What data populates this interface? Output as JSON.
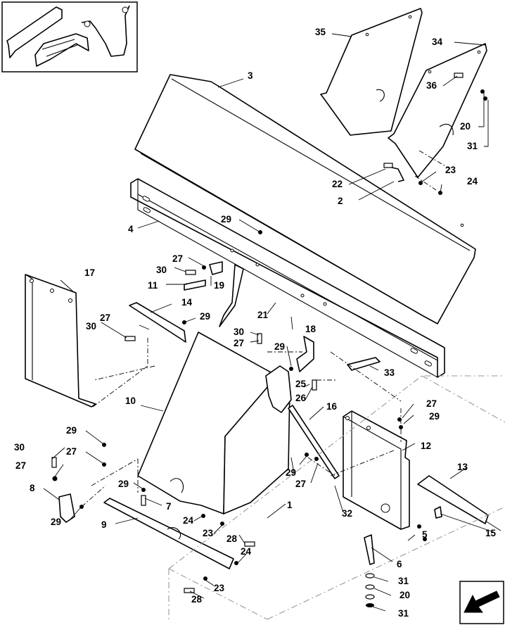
{
  "callouts": [
    {
      "id": "c35",
      "text": "35"
    },
    {
      "id": "c34",
      "text": "34"
    },
    {
      "id": "c3",
      "text": "3"
    },
    {
      "id": "c36",
      "text": "36"
    },
    {
      "id": "c20a",
      "text": "20"
    },
    {
      "id": "c31a",
      "text": "31"
    },
    {
      "id": "c23a",
      "text": "23"
    },
    {
      "id": "c22",
      "text": "22"
    },
    {
      "id": "c24a",
      "text": "24"
    },
    {
      "id": "c2",
      "text": "2"
    },
    {
      "id": "c4",
      "text": "4"
    },
    {
      "id": "c29a",
      "text": "29"
    },
    {
      "id": "c27a",
      "text": "27"
    },
    {
      "id": "c30a",
      "text": "30"
    },
    {
      "id": "c11",
      "text": "11"
    },
    {
      "id": "c19",
      "text": "19"
    },
    {
      "id": "c17",
      "text": "17"
    },
    {
      "id": "c14",
      "text": "14"
    },
    {
      "id": "c27b",
      "text": "27"
    },
    {
      "id": "c29b",
      "text": "29"
    },
    {
      "id": "c30b",
      "text": "30"
    },
    {
      "id": "c21",
      "text": "21"
    },
    {
      "id": "c18",
      "text": "18"
    },
    {
      "id": "c30c",
      "text": "30"
    },
    {
      "id": "c27c",
      "text": "27"
    },
    {
      "id": "c29c",
      "text": "29"
    },
    {
      "id": "c33",
      "text": "33"
    },
    {
      "id": "c25",
      "text": "25"
    },
    {
      "id": "c26",
      "text": "26"
    },
    {
      "id": "c10",
      "text": "10"
    },
    {
      "id": "c16",
      "text": "16"
    },
    {
      "id": "c27d",
      "text": "27"
    },
    {
      "id": "c29d",
      "text": "29"
    },
    {
      "id": "c12",
      "text": "12"
    },
    {
      "id": "c29e",
      "text": "29"
    },
    {
      "id": "c30d",
      "text": "30"
    },
    {
      "id": "c27e",
      "text": "27"
    },
    {
      "id": "c27f",
      "text": "27"
    },
    {
      "id": "c29f",
      "text": "29"
    },
    {
      "id": "c27g",
      "text": "27"
    },
    {
      "id": "c13",
      "text": "13"
    },
    {
      "id": "c8",
      "text": "8"
    },
    {
      "id": "c29g",
      "text": "29"
    },
    {
      "id": "c7",
      "text": "7"
    },
    {
      "id": "c1",
      "text": "1"
    },
    {
      "id": "c32",
      "text": "32"
    },
    {
      "id": "c29h",
      "text": "29"
    },
    {
      "id": "c24b",
      "text": "24"
    },
    {
      "id": "c23b",
      "text": "23"
    },
    {
      "id": "c9",
      "text": "9"
    },
    {
      "id": "c28a",
      "text": "28"
    },
    {
      "id": "c5",
      "text": "5"
    },
    {
      "id": "c15",
      "text": "15"
    },
    {
      "id": "c24c",
      "text": "24"
    },
    {
      "id": "c6",
      "text": "6"
    },
    {
      "id": "c23c",
      "text": "23"
    },
    {
      "id": "c31b",
      "text": "31"
    },
    {
      "id": "c28b",
      "text": "28"
    },
    {
      "id": "c20b",
      "text": "20"
    },
    {
      "id": "c31c",
      "text": "31"
    }
  ],
  "icons": {
    "nav": "arrow-down-left-icon"
  }
}
